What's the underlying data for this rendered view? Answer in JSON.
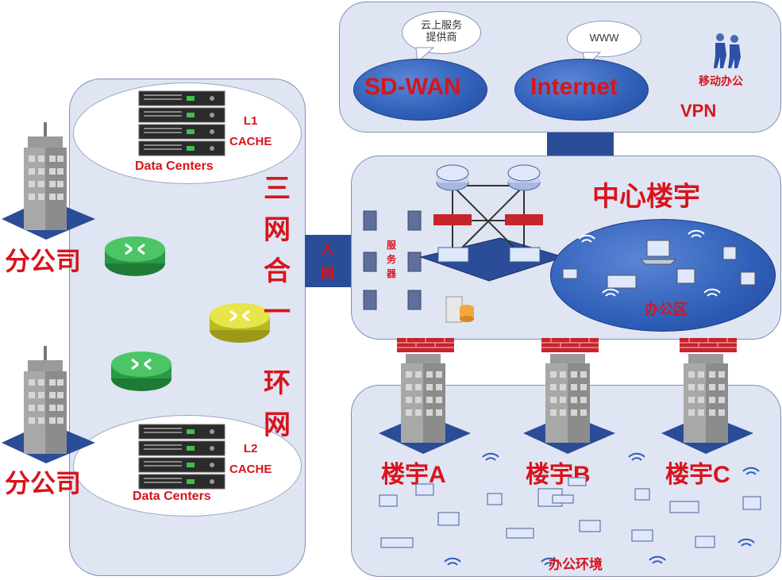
{
  "cloud": {
    "bubble_provider": "云上服务\n提供商",
    "bubble_www": "WWW",
    "sdwan": "SD-WAN",
    "internet": "Internet",
    "mobile_office": "移动办公",
    "vpn": "VPN"
  },
  "left": {
    "l1_cache": "L1\nCACHE",
    "l2_cache": "L2\nCACHE",
    "dc_top": "Data Centers",
    "dc_bottom": "Data Centers",
    "branch_top": "分公司",
    "branch_bottom": "分公司",
    "vertical_chars": [
      "三",
      "网",
      "合",
      "一",
      "环",
      "网"
    ]
  },
  "entry": {
    "chars": [
      "入",
      "网"
    ]
  },
  "center": {
    "title": "中心楼宇",
    "servers_label_chars": [
      "服",
      "务",
      "器"
    ],
    "office_zone": "办公区"
  },
  "buildings": {
    "a": "楼宇A",
    "b": "楼宇B",
    "c": "楼宇C",
    "office_env": "办公环境"
  },
  "colors": {
    "panel_bg": "#dfe5f3",
    "panel_border": "#7f8fb8",
    "accent_red": "#d8141c",
    "accent_blue": "#2f5fb8",
    "connector": "#2b4c97"
  }
}
